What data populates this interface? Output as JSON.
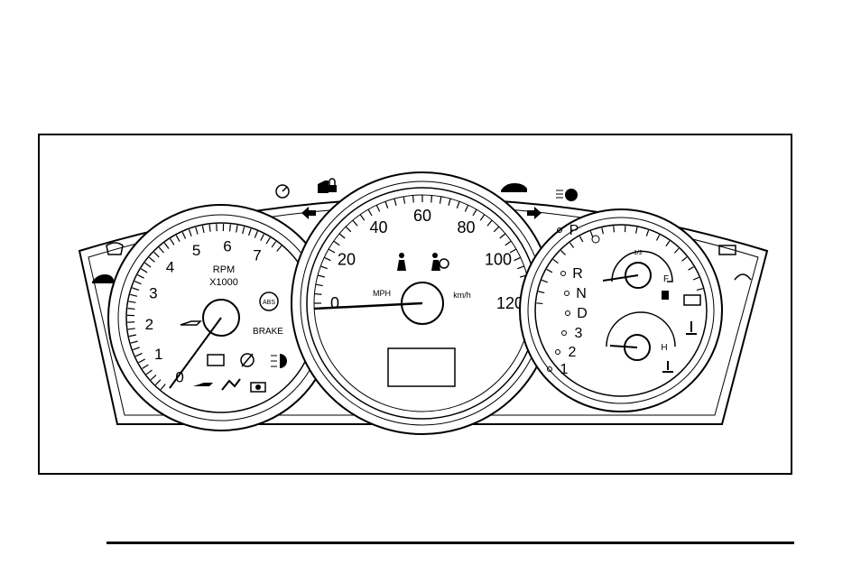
{
  "tachometer": {
    "numerals": [
      "0",
      "1",
      "2",
      "3",
      "4",
      "5",
      "6",
      "7"
    ],
    "label_rpm": "RPM",
    "label_multiplier": "X1000",
    "label_brake": "BRAKE",
    "label_abs": "ABS"
  },
  "speedometer": {
    "numerals": [
      "0",
      "20",
      "40",
      "60",
      "80",
      "100",
      "120"
    ],
    "label_mph": "MPH",
    "label_kmh": "km/h"
  },
  "transmission": {
    "positions": [
      "P",
      "R",
      "N",
      "D",
      "3",
      "2",
      "1"
    ]
  },
  "fuel_gauge": {
    "label_full": "F",
    "label_half": "1/2"
  },
  "temp_gauge": {
    "label_hot": "H"
  },
  "icons": [
    "cruise-icon",
    "door-ajar-icon",
    "security-icon",
    "turn-left-icon",
    "turn-right-icon",
    "trunk-ajar-icon",
    "fog-lamp-icon",
    "tire-pressure-icon",
    "oil-pressure-icon",
    "check-engine-icon",
    "traction-off-icon",
    "high-beam-icon",
    "low-oil-icon",
    "service-vehicle-icon",
    "stabilitrak-icon",
    "seatbelt-icon",
    "airbag-icon",
    "low-coolant-icon",
    "washer-fluid-icon",
    "fuel-icon",
    "battery-icon",
    "coolant-temp-icon"
  ]
}
